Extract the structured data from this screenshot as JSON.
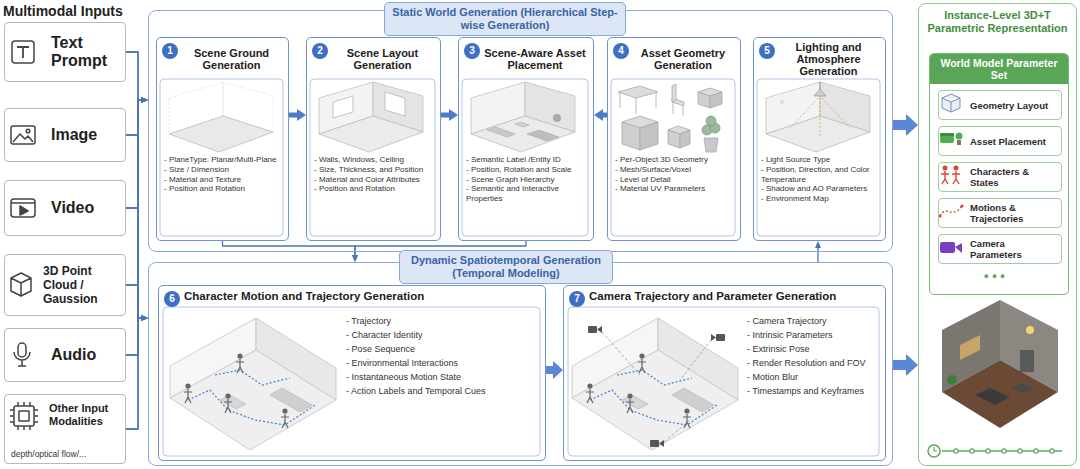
{
  "diagram": {
    "nodes": [
      {
        "text": [
          "Text Prompt"
        ]
      },
      {
        "text": [
          "Image"
        ]
      },
      {
        "text": [
          "Video"
        ]
      },
      {
        "text": [
          "3D Point Cloud / Gaussion"
        ]
      },
      {
        "text": [
          "Audio"
        ]
      },
      {
        "text": [
          "Other Input Modalities",
          "depth/optical flow/..."
        ]
      },
      {
        "text": [
          "Static World Generation (Hierarchical Step-wise Generation)"
        ]
      },
      {
        "text": [
          "Scene Ground Generation",
          "- PlaneType: Planar/Multi-Plane",
          "- Size / Dimension",
          "- Material and Texture",
          "- Position and Rotation"
        ],
        "in": 6
      },
      {
        "text": [
          "1"
        ],
        "in": 7
      },
      {
        "text": [
          "Scene Layout Generation",
          "- Walls, Windows, Ceiling",
          "- Size, Thickness, and Position",
          "- Material and Color Attributes",
          "- Position and Rotation"
        ],
        "in": 6
      },
      {
        "text": [
          "2"
        ],
        "in": 9
      },
      {
        "text": [
          "Scene-Aware Asset Placement",
          "- Semantic Label /Entity ID",
          "- Position, Rotation and Scale",
          "- Scene Graph Hierarchy",
          "- Semantic and Interactive Properties"
        ],
        "in": 6
      },
      {
        "text": [
          "3"
        ],
        "in": 11
      },
      {
        "text": [
          "Asset Geometry Generation",
          "- Per-Object 3D Geometry",
          "- Mesh/Surface/Voxel",
          "- Level of Detail",
          "- Material UV Parameters"
        ],
        "in": 6
      },
      {
        "text": [
          "4"
        ],
        "in": 13
      },
      {
        "text": [
          "Lighting and Atmosphere Generation",
          "- Light Source Type",
          "- Position, Direction, and Color Temperature",
          "- Shadow and AO Parameters",
          "- Environment Map"
        ],
        "in": 6
      },
      {
        "text": [
          "5"
        ],
        "in": 15
      },
      {
        "text": [
          "Dynamic Spatiotemporal Generation (Temporal Modeling)"
        ]
      },
      {
        "text": [
          "Character Motion and Trajectory Generation",
          "- Trajectory",
          "- Character Identity",
          "- Pose Sequence",
          "- Environmental Interactions",
          "- Instantaneous Motion State",
          "- Action Labels and Temporal Cues"
        ],
        "in": 17
      },
      {
        "text": [
          "6"
        ],
        "in": 18
      },
      {
        "text": [
          "Camera Trajectory and Parameter Generation",
          "- Camera Trajectory",
          "- Intrinsic Parameters",
          "- Extrinsic Pose",
          "- Render Resolution and FOV",
          "- Motion Blur",
          "- Timestamps and Keyframes"
        ],
        "in": 17
      },
      {
        "text": [
          "7"
        ],
        "in": 20
      },
      {
        "text": [
          "Instance-Level 3D+T Parametric Representation"
        ]
      },
      {
        "text": [
          "World Model Parameter Set"
        ],
        "in": 22
      },
      {
        "text": [
          "Geometry Layout"
        ],
        "in": 23
      },
      {
        "text": [
          "Asset Placement"
        ],
        "in": 23
      },
      {
        "text": [
          "Characters & States"
        ],
        "in": 23
      },
      {
        "text": [
          "Motions & Trajectories"
        ],
        "in": 23
      },
      {
        "text": [
          "Camera Parameters"
        ],
        "in": 23
      }
    ],
    "edges": [
      {
        "from": 0,
        "to": 6,
        "arrow": "to"
      },
      {
        "from": 1,
        "to": 6,
        "arrow": "to"
      },
      {
        "from": 2,
        "to": 6,
        "arrow": "to"
      },
      {
        "from": 3,
        "to": 6,
        "arrow": "to"
      },
      {
        "from": 4,
        "to": 6,
        "arrow": "to"
      },
      {
        "from": 5,
        "to": 6,
        "arrow": "to"
      },
      {
        "from": 0,
        "to": 17,
        "arrow": "to"
      },
      {
        "from": 1,
        "to": 17,
        "arrow": "to"
      },
      {
        "from": 2,
        "to": 17,
        "arrow": "to"
      },
      {
        "from": 3,
        "to": 17,
        "arrow": "to"
      },
      {
        "from": 4,
        "to": 17,
        "arrow": "to"
      },
      {
        "from": 5,
        "to": 17,
        "arrow": "to"
      },
      {
        "from": 7,
        "to": 9,
        "arrow": "to"
      },
      {
        "from": 9,
        "to": 11,
        "arrow": "to"
      },
      {
        "from": 13,
        "to": 11,
        "arrow": "to"
      },
      {
        "from": 7,
        "to": 17,
        "arrow": "to"
      },
      {
        "from": 11,
        "to": 17,
        "arrow": "to"
      },
      {
        "from": 17,
        "to": 15,
        "arrow": "to"
      },
      {
        "from": 18,
        "to": 20,
        "arrow": "to"
      },
      {
        "from": 6,
        "to": 22,
        "arrow": "to"
      },
      {
        "from": 17,
        "to": 22,
        "arrow": "to"
      }
    ],
    "labels": [
      "Multimodal Inputs",
      "• • •"
    ]
  }
}
